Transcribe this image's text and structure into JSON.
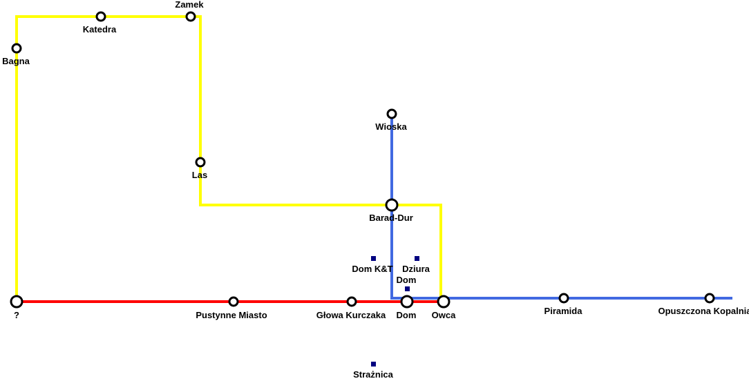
{
  "map": {
    "lines": {
      "yellow": {
        "color": "#ffff00"
      },
      "red": {
        "color": "#ff0000"
      },
      "blue": {
        "color": "#4169e1"
      }
    },
    "stations": {
      "zamek": "Zamek",
      "katedra": "Katedra",
      "bagna": "Bagna",
      "las": "Las",
      "wioska": "Wioska",
      "barad_dur": "Barad-Dur",
      "question": "?",
      "pustynne_miasto": "Pustynne Miasto",
      "glowa_kurczaka": "Głowa Kurczaka",
      "dom": "Dom",
      "owca": "Owca",
      "piramida": "Piramida",
      "opuszczona_kopalnia": "Opuszczona Kopalnia"
    },
    "points": {
      "dom_kt": "Dom K&T",
      "dziura": "Dziura",
      "dom_small": "Dom",
      "straznica": "Strażnica"
    },
    "point_color": "#000080"
  }
}
